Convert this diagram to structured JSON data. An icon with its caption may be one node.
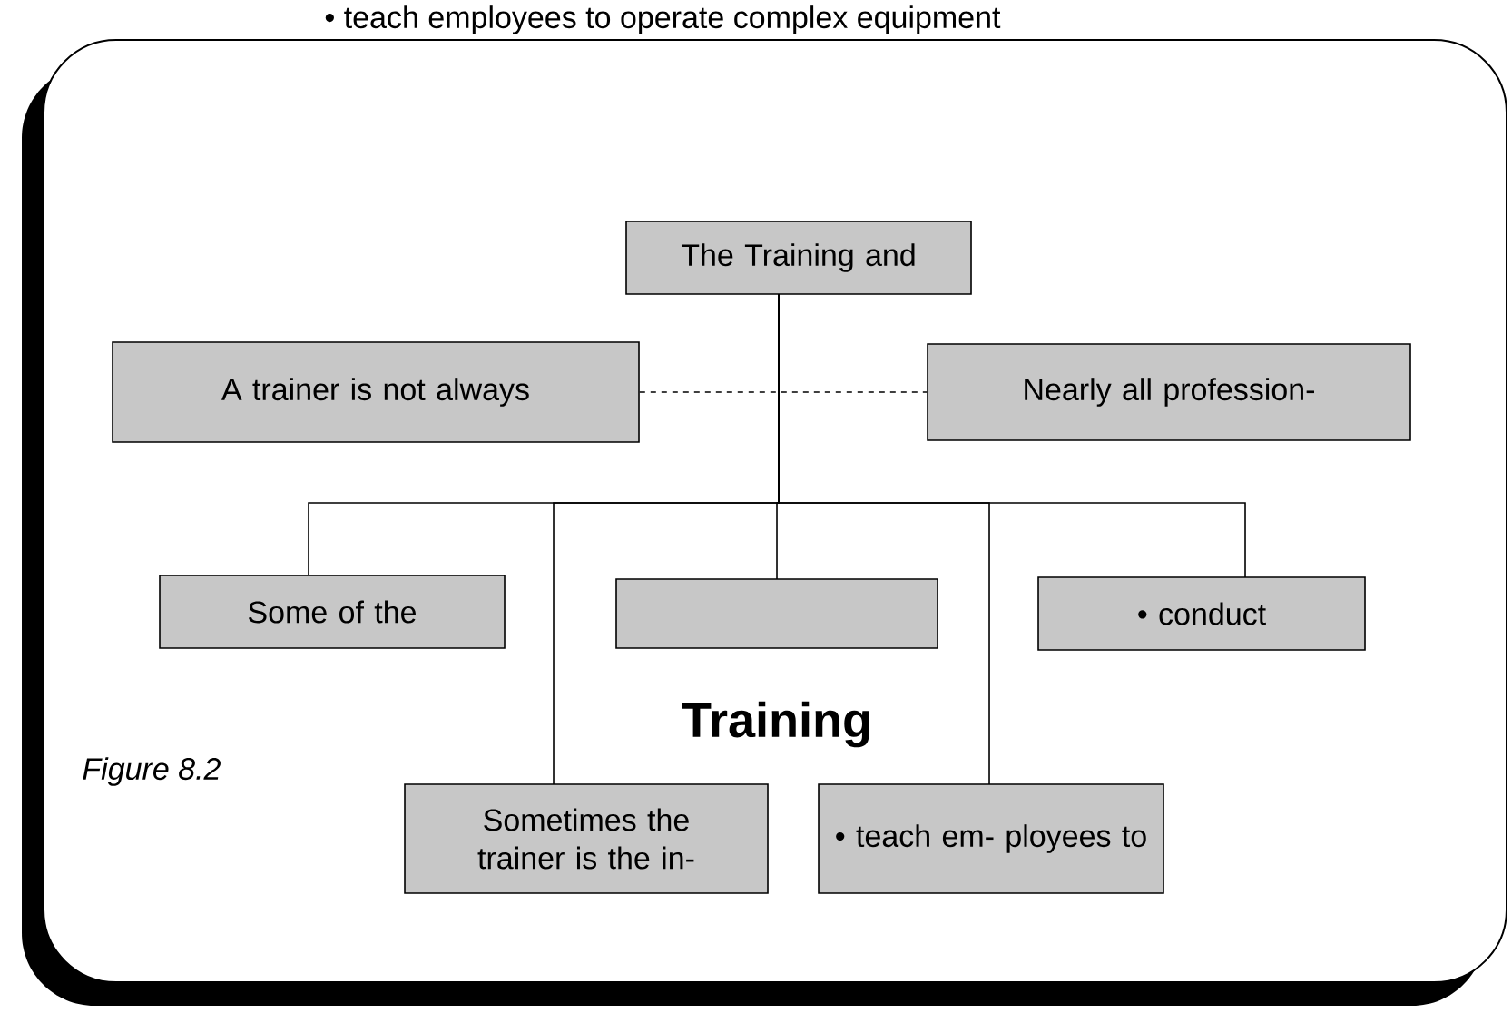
{
  "diagram": {
    "caption": "Figure 8.2",
    "nodes": [
      {
        "text": [
          "The Training and"
        ]
      },
      {
        "text": [
          "A trainer is not always"
        ]
      },
      {
        "text": [
          "Nearly all profession-"
        ]
      },
      {
        "text": [
          "Some of the"
        ]
      },
      {
        "text": [],
        "shape": "box"
      },
      {
        "text": [
          "• conduct"
        ]
      },
      {
        "text": [
          "Sometimes the trainer is the in-"
        ]
      },
      {
        "text": [
          "• teach em- ployees to"
        ]
      }
    ],
    "edges": [
      {
        "from": 1,
        "to": 2,
        "arrow": "none",
        "style": "dashed"
      },
      {
        "from": 0,
        "to": 3,
        "arrow": "none"
      },
      {
        "from": 0,
        "to": 4,
        "arrow": "none"
      },
      {
        "from": 0,
        "to": 5,
        "arrow": "none"
      },
      {
        "from": 0,
        "to": 6,
        "arrow": "none"
      },
      {
        "from": 0,
        "to": 7,
        "arrow": "none"
      }
    ],
    "labels": [
      "• teach employees to operate complex equipment",
      "Training"
    ]
  }
}
